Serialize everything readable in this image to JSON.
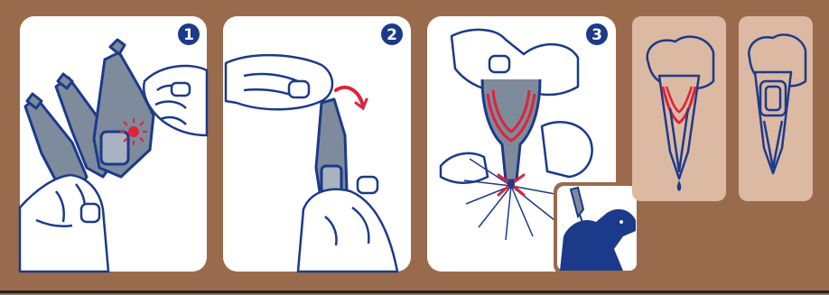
{
  "colors": {
    "background": "#9a6a4c",
    "panel": "#ffffff",
    "side_panel": "#dbb9a3",
    "outline": "#1c3a8a",
    "pipette": "#7e8b9c",
    "accent_red": "#e0223a",
    "step_badge": "#1c3a8a",
    "dog": "#1c3a8a",
    "bottom_rule": "#222222"
  },
  "steps": [
    {
      "number": "1",
      "icon": "snap-off-pipette-icon"
    },
    {
      "number": "2",
      "icon": "bend-tip-icon"
    },
    {
      "number": "3",
      "icon": "apply-to-skin-icon"
    }
  ],
  "inset_icon": "dog-neck-application-icon",
  "side_panels": [
    {
      "icon": "squeeze-pipette-icon"
    },
    {
      "icon": "empty-pipette-icon"
    }
  ]
}
